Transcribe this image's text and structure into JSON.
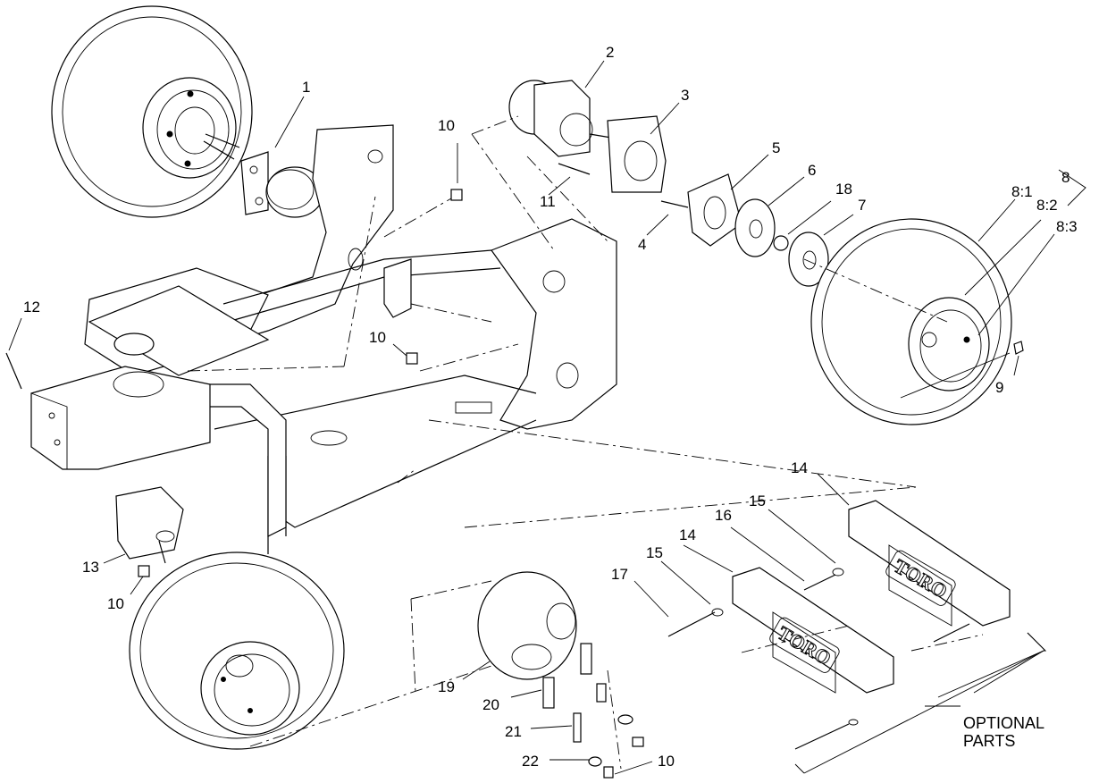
{
  "callouts": {
    "c1": "1",
    "c2": "2",
    "c3": "3",
    "c4": "4",
    "c5": "5",
    "c6": "6",
    "c7": "7",
    "c8": "8",
    "c8_1": "8:1",
    "c8_2": "8:2",
    "c8_3": "8:3",
    "c9": "9",
    "c10a": "10",
    "c10b": "10",
    "c10c": "10",
    "c10d": "10",
    "c11": "11",
    "c12": "12",
    "c13": "13",
    "c14a": "14",
    "c14b": "14",
    "c15a": "15",
    "c15b": "15",
    "c16": "16",
    "c17": "17",
    "c18": "18",
    "c19": "19",
    "c20": "20",
    "c21": "21",
    "c22": "22"
  },
  "note": {
    "line1": "OPTIONAL",
    "line2": "PARTS"
  },
  "logo_text": "TORO",
  "colors": {
    "ink": "#000000",
    "paper": "#ffffff"
  }
}
